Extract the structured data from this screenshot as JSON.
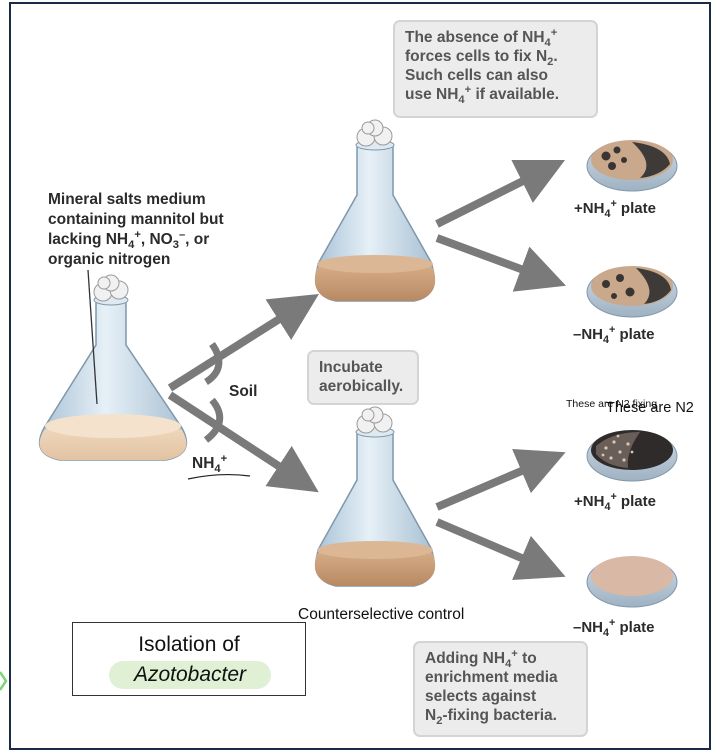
{
  "callouts": {
    "top": {
      "l1_a": "The absence of NH",
      "l1_sub": "4",
      "l1_sup": "+",
      "l2_a": "forces cells to fix N",
      "l2_sub": "2",
      "l2_b": ".",
      "l3": "Such cells can also",
      "l4_a": "use NH",
      "l4_sub": "4",
      "l4_sup": "+",
      "l4_b": " if available."
    },
    "middle": {
      "l1": "Incubate",
      "l2": "aerobically."
    },
    "bottom": {
      "l1_a": "Adding NH",
      "l1_sub": "4",
      "l1_sup": "+",
      "l1_b": " to",
      "l2": "enrichment media",
      "l3": "selects against",
      "l4_a": "N",
      "l4_sub": "2",
      "l4_b": "-fixing bacteria."
    }
  },
  "medium_label": {
    "l1": "Mineral salts medium",
    "l2": "containing mannitol but",
    "l3_a": "lacking NH",
    "l3_sub": "4",
    "l3_sup": "+",
    "l3_b": ", NO",
    "l3_sub2": "3",
    "l3_sup2": "–",
    "l3_c": ", or",
    "l4": "organic nitrogen"
  },
  "soil_label": "Soil",
  "nh4_label": {
    "a": "NH",
    "sub": "4",
    "sup": "+"
  },
  "plates": [
    {
      "prefix": "+NH",
      "sub": "4",
      "sup": "+",
      "suffix": " plate"
    },
    {
      "prefix": "–NH",
      "sub": "4",
      "sup": "+",
      "suffix": " plate"
    },
    {
      "prefix": "+NH",
      "sub": "4",
      "sup": "+",
      "suffix": " plate"
    },
    {
      "prefix": "–NH",
      "sub": "4",
      "sup": "+",
      "suffix": " plate"
    }
  ],
  "annotation_small": "These are N2 fixing",
  "annotation_large": "These are N2",
  "counterselective_label": "Counterselective control",
  "isolation": {
    "line1": "Isolation of",
    "line2": "Azotobacter"
  },
  "colors": {
    "arrow": "#7a7a7a",
    "glass": "#c9dbe8",
    "medium": "#c9a07c",
    "frame": "#1c2b45",
    "highlight": "#dff0d4",
    "edge_mark": "#7fd37a"
  }
}
